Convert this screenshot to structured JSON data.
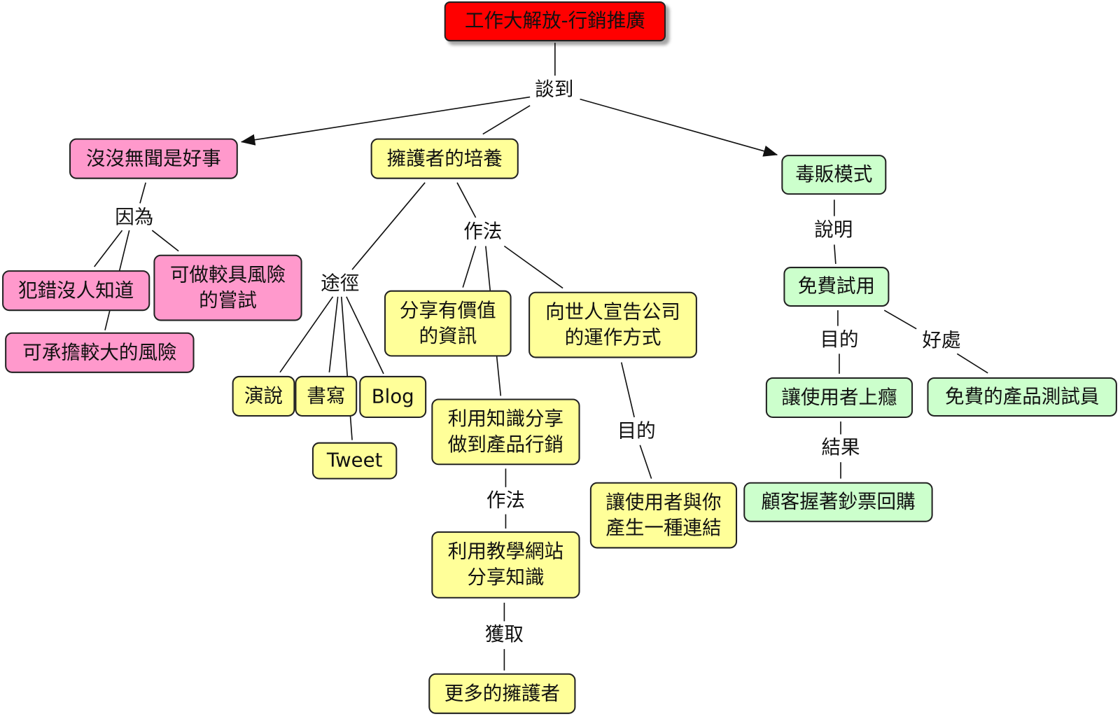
{
  "nodes": {
    "root": [
      "工作大解放-行銷推廣"
    ],
    "obscurity": [
      "沒沒無聞是好事"
    ],
    "advocates": [
      "擁護者的培養"
    ],
    "dealer_model": [
      "毒販模式"
    ],
    "no_one_knows": [
      "犯錯沒人知道"
    ],
    "risky_attempts": [
      "可做較具風險",
      "的嘗試"
    ],
    "bigger_risk": [
      "可承擔較大的風險"
    ],
    "share_valuable": [
      "分享有價值",
      "的資訊"
    ],
    "announce": [
      "向世人宣告公司",
      "的運作方式"
    ],
    "speech": [
      "演說"
    ],
    "writing": [
      "書寫"
    ],
    "blog": [
      "Blog"
    ],
    "tweet": [
      "Tweet"
    ],
    "knowledge_marketing": [
      "利用知識分享",
      "做到產品行銷"
    ],
    "teaching_sites": [
      "利用教學網站",
      "分享知識"
    ],
    "more_advocates": [
      "更多的擁護者"
    ],
    "connection": [
      "讓使用者與你",
      "產生一種連結"
    ],
    "free_trial": [
      "免費試用"
    ],
    "addicted": [
      "讓使用者上癮"
    ],
    "free_testers": [
      "免費的產品測試員"
    ],
    "repurchase": [
      "顧客握著鈔票回購"
    ]
  },
  "link_labels": {
    "talk_about": "談到",
    "because": "因為",
    "method_a": "作法",
    "channels": "途徑",
    "method_b": "作法",
    "gain": "獲取",
    "purpose_a": "目的",
    "explain": "說明",
    "purpose_b": "目的",
    "benefit": "好處",
    "result": "結果"
  },
  "colors": {
    "root_fill": "#ff0000",
    "pink_fill": "#ff99cc",
    "yellow_fill": "#ffff99",
    "green_fill": "#ccffcc",
    "border": "#222222",
    "line": "#111111"
  }
}
